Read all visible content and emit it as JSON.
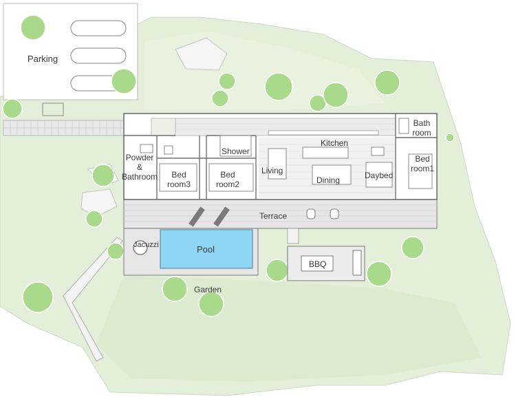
{
  "labels": {
    "parking": "Parking",
    "powder": [
      "Powder",
      "&",
      "Bathroom"
    ],
    "bedroom3": [
      "Bed",
      "room3"
    ],
    "bedroom2": [
      "Bed",
      "room2"
    ],
    "shower": "Shower",
    "living": "Living",
    "kitchen": "Kitchen",
    "dining": "Dining",
    "daybed": "Daybed",
    "bathroom": [
      "Bath",
      "room"
    ],
    "bedroom1": [
      "Bed",
      "room1"
    ],
    "terrace": "Terrace",
    "jacuzzi": "Jacuzzi",
    "pool": "Pool",
    "bbq": "BBQ",
    "garden": "Garden"
  },
  "colors": {
    "lawn": "#e3efd8",
    "lawn_light": "#eef5e8",
    "tree": "#a9d98a",
    "tree_dark": "#8fcf72",
    "wall": "#777777",
    "floor": "#ffffff",
    "deck": "#e8e8e8",
    "pool": "#8fd6f5",
    "stone": "#f4f4f4"
  }
}
